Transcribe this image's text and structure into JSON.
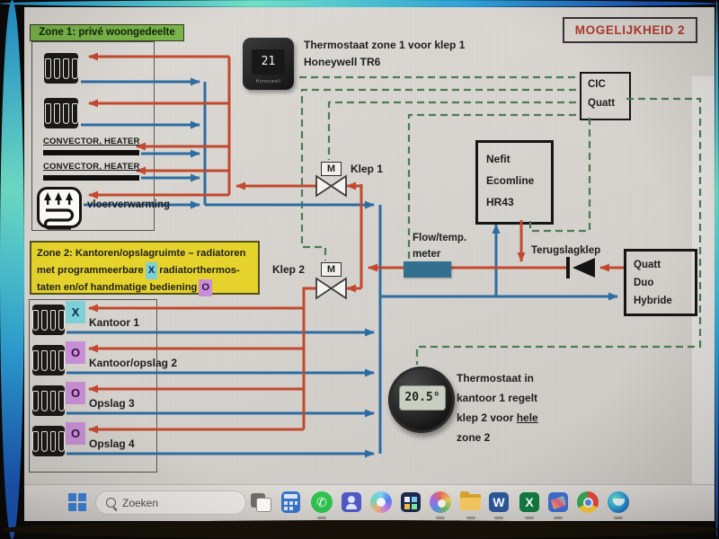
{
  "diagram": {
    "badge": "MOGELIJKHEID 2",
    "zone1": {
      "header": "Zone 1: privé woongedeelte",
      "convector1": "CONVECTOR, HEATER",
      "convector2": "CONVECTOR, HEATER",
      "floor_heating_label": "vloerverwarming"
    },
    "thermostat_zone1": {
      "display": "21",
      "brand_small": "Honeywell",
      "caption_line1": "Thermostaat zone 1 voor klep 1",
      "caption_line2": "Honeywell TR6"
    },
    "controller": {
      "line1": "CIC",
      "line2": "Quatt"
    },
    "boiler": {
      "line1": "Nefit",
      "line2": "Ecomline",
      "line3": "HR43"
    },
    "valve1": {
      "label": "Klep 1",
      "motor": "M"
    },
    "valve2": {
      "label": "Klep 2",
      "motor": "M"
    },
    "flow_meter": {
      "line1": "Flow/temp.",
      "line2": "meter"
    },
    "check_valve_label": "Terugslagklep",
    "heat_pump": {
      "line1": "Quatt",
      "line2": "Duo",
      "line3": "Hybride"
    },
    "zone2": {
      "header_line1": "Zone 2: Kantoren/opslagruimte – radiatoren",
      "header_line2_pre": "met programmeerbare",
      "header_line2_mark": "X",
      "header_line2_post": "radiatorthermos-",
      "header_line3_pre": "taten en/of handmatige bediening",
      "header_line3_mark": "O",
      "rooms": [
        {
          "badge": "X",
          "label": "Kantoor 1"
        },
        {
          "badge": "O",
          "label": "Kantoor/opslag 2"
        },
        {
          "badge": "O",
          "label": "Opslag 3"
        },
        {
          "badge": "O",
          "label": "Opslag 4"
        }
      ]
    },
    "thermostat_zone2": {
      "display": "20.5°",
      "caption_line1": "Thermostaat in",
      "caption_line2": "kantoor 1 regelt",
      "caption_line3_pre": "klep 2 voor",
      "caption_line3_underlined": "hele",
      "caption_line4": "zone 2"
    },
    "colors": {
      "supply_red": "#c2492e",
      "return_blue": "#2d6ca2",
      "control_green": "#4d7c50",
      "zone1_green": "#79b548",
      "zone2_yellow": "#e5d32b",
      "mark_x_cyan": "#7ed0d6",
      "mark_o_purple": "#c98fd6",
      "flow_meter_teal": "#33708f",
      "badge_text_red": "#b2392e"
    }
  },
  "taskbar": {
    "search_placeholder": "Zoeken",
    "glyphs": {
      "whatsapp": "✆",
      "word": "W",
      "excel": "X"
    },
    "icons": [
      "windows-logo",
      "task-view",
      "calculator",
      "whatsapp",
      "teams",
      "copilot",
      "microsoft-store",
      "paint",
      "file-explorer",
      "word",
      "excel",
      "photos",
      "chrome",
      "edge"
    ]
  }
}
